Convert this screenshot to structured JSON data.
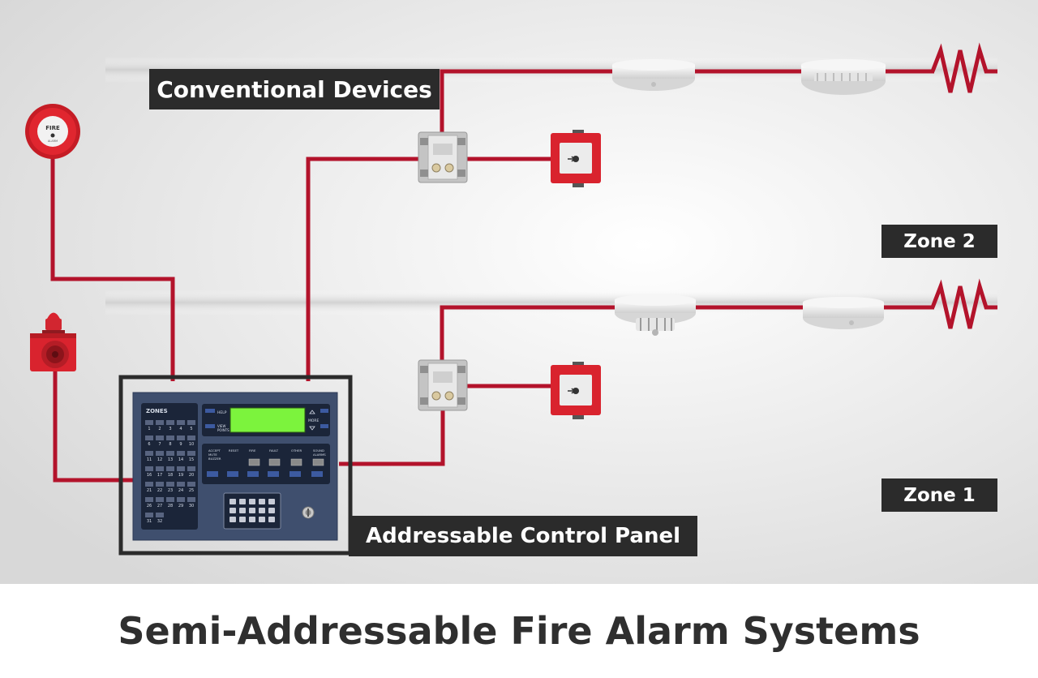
{
  "title": "Semi-Addressable Fire Alarm Systems",
  "labels": {
    "conventional_devices": "Conventional Devices",
    "zone_2": "Zone 2",
    "zone_1": "Zone 1",
    "addressable_control_panel": "Addressable Control Panel"
  },
  "bell": {
    "line1": "FIRE",
    "line2": "ALARM"
  },
  "panel": {
    "zones_title": "ZONES",
    "zone_numbers": [
      "1",
      "2",
      "3",
      "4",
      "5",
      "6",
      "7",
      "8",
      "9",
      "10",
      "11",
      "12",
      "13",
      "14",
      "15",
      "16",
      "17",
      "18",
      "19",
      "20",
      "21",
      "22",
      "23",
      "24",
      "25",
      "26",
      "27",
      "28",
      "29",
      "30",
      "31",
      "32"
    ],
    "help": "HELP",
    "view_points_1": "VIEW",
    "view_points_2": "POINTS",
    "more": "MORE",
    "buttons": [
      {
        "l1": "ACCEPT",
        "l2": "MUTE",
        "l3": "BUZZER"
      },
      {
        "l1": "RESET",
        "l2": "",
        "l3": ""
      },
      {
        "l1": "FIRE",
        "l2": "",
        "l3": ""
      },
      {
        "l1": "FAULT",
        "l2": "",
        "l3": ""
      },
      {
        "l1": "OTHER",
        "l2": "",
        "l3": ""
      },
      {
        "l1": "SOUND",
        "l2": "ALARMS",
        "l3": ""
      }
    ]
  },
  "colors": {
    "wire": "#b3132b",
    "device_red": "#d9232e",
    "label_bg": "#2b2b2b",
    "panel_blue": "#3f4f6e",
    "lcd_green": "#7cf33d"
  }
}
